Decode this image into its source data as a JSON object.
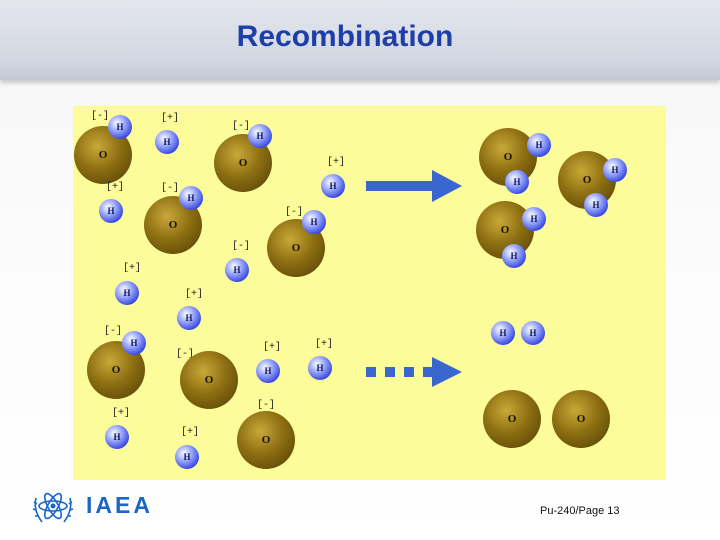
{
  "title": "Recombination",
  "labels": {
    "oxygen": "O",
    "hydrogen": "H",
    "neg": "[-]",
    "pos": "[+]"
  },
  "logo": {
    "text": "IAEA",
    "color": "#1a66c8"
  },
  "footer": {
    "page": "Pu-240/Page 13"
  },
  "colors": {
    "title": "#1f3fa8",
    "panel": "#fcfc9a",
    "arrow": "#3a66d0",
    "oxygen": "#8d6f12",
    "hydrogen": "#3446e0"
  }
}
